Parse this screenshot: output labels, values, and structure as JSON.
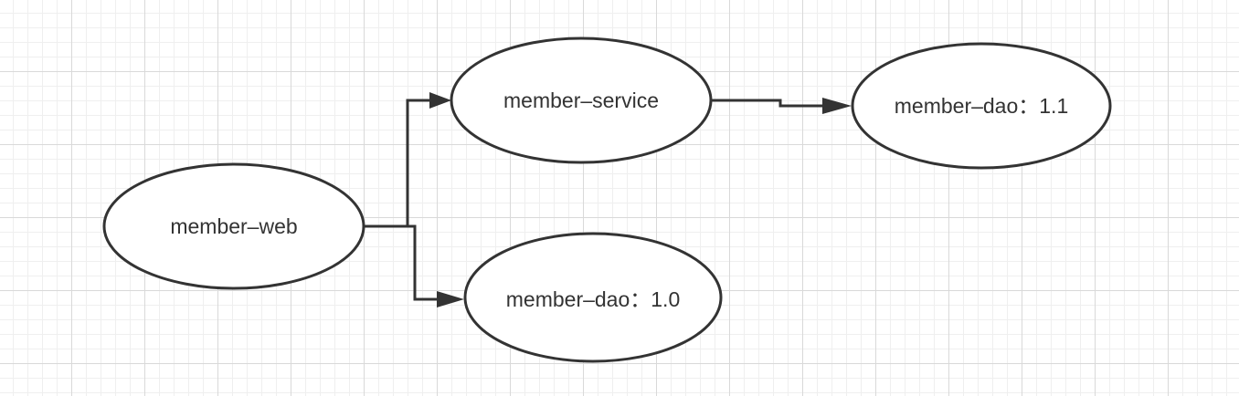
{
  "nodes": {
    "web": {
      "label": "member–web"
    },
    "service": {
      "label": "member–service"
    },
    "dao10": {
      "label": "member–dao：1.0"
    },
    "dao11": {
      "label": "member–dao：1.1"
    }
  },
  "colors": {
    "stroke": "#333333",
    "grid_major": "#d9d9d9",
    "grid_minor": "#efefef"
  }
}
